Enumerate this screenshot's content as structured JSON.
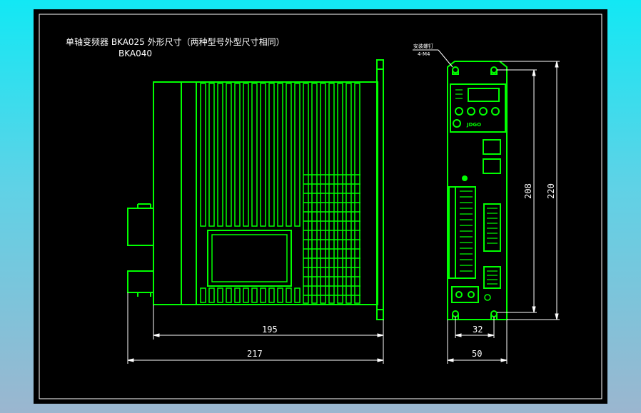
{
  "drawing": {
    "title_line1": "单轴变频器 BKA025 外形尺寸（两种型号外型尺寸相同）",
    "title_line2": "BKA040",
    "hole_note": "安装螺钉",
    "hole_spec": "4-M4"
  },
  "dimensions": {
    "depth_body": "195",
    "depth_total": "217",
    "hole_spacing_h": "32",
    "width_total": "50",
    "hole_spacing_v": "208",
    "height_total": "220"
  },
  "front_panel": {
    "brand_label": "JDGO"
  },
  "colors": {
    "outline": "#00ff00",
    "background": "#000000",
    "dimension": "#ffffff"
  }
}
